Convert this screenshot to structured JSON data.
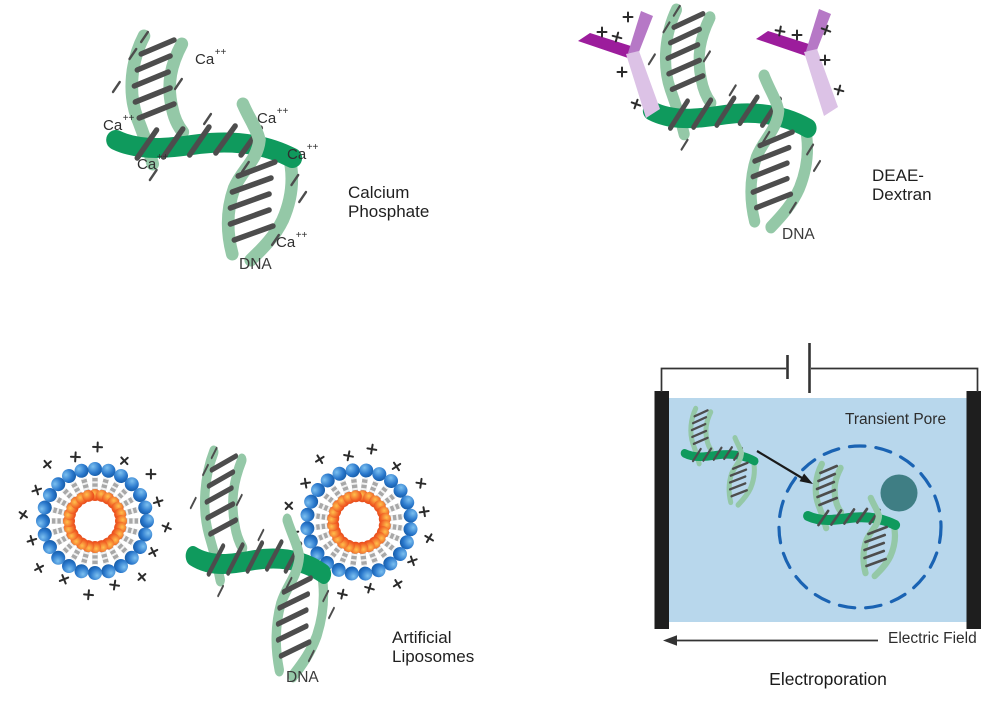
{
  "panels": {
    "calcium_phosphate": {
      "title_line1": "Calcium",
      "title_line2": "Phosphate",
      "dna_label": "DNA",
      "ion_label_base": "Ca",
      "ion_label_sup": "++"
    },
    "deae_dextran": {
      "title_line1": "DEAE-",
      "title_line2": "Dextran",
      "dna_label": "DNA"
    },
    "artificial_liposomes": {
      "title_line1": "Artificial",
      "title_line2": "Liposomes",
      "dna_label": "DNA"
    },
    "electroporation": {
      "title": "Electroporation",
      "pore_label": "Transient Pore",
      "field_label": "Electric Field"
    }
  },
  "colors": {
    "dna_strand_light": "#94c8a7",
    "dna_strand_dark": "#0f9a5d",
    "base_pair_rung": "#4d4d4d",
    "deae_arm_dark": "#9c1d9c",
    "deae_arm_mid": "#b678c6",
    "deae_arm_light": "#dcc2e6",
    "lipid_head_outer": "#1b6cc2",
    "lipid_head_inner": "#f05a22",
    "lipid_tail": "#a8a8a8",
    "charge_mark": "#2b2b2b",
    "buffer_fill": "#b8d7ec",
    "electrode": "#1e1e1e",
    "pore_dash": "#1a63b3",
    "cell_body": "#3f7e84",
    "wire": "#333333",
    "label_text": "#2e2e2e"
  }
}
